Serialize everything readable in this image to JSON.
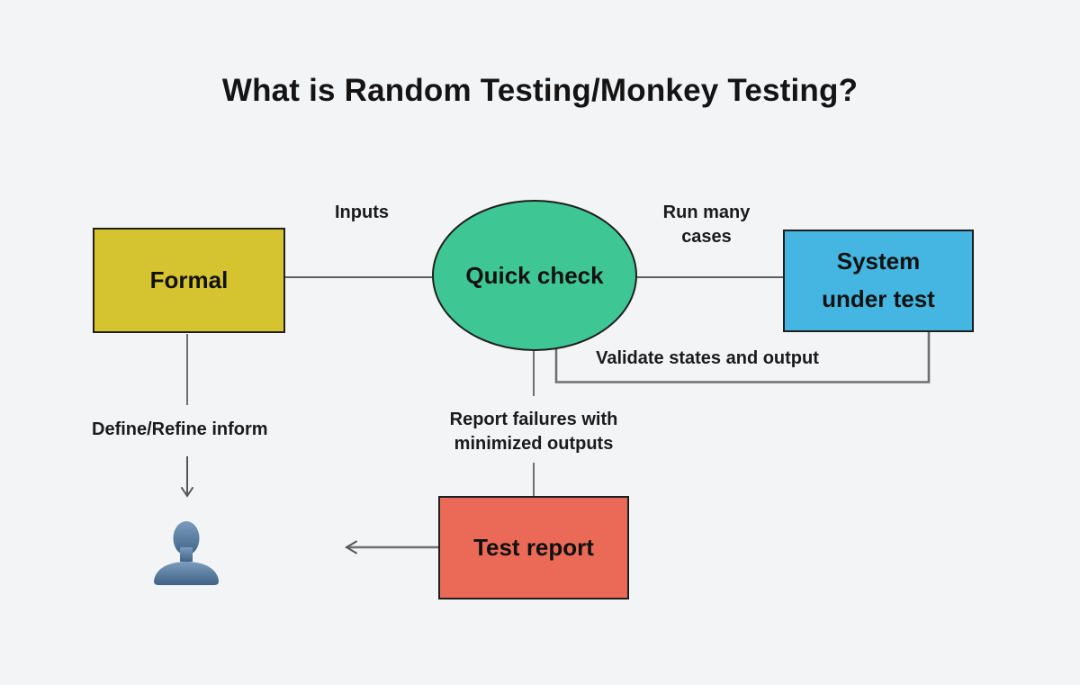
{
  "title": "What is Random Testing/Monkey Testing?",
  "colors": {
    "background": "#f3f4f6",
    "formal_fill": "#d5c42f",
    "quick_check_fill": "#3ec795",
    "system_fill": "#45b6e1",
    "test_report_fill": "#eb6a57",
    "node_border": "#1f1f1f",
    "connector": "#6f6f6f",
    "connector_dark": "#2c2c2c",
    "arrow": "#565656",
    "person_top": "#7b9cbd",
    "person_bottom": "#3e6286"
  },
  "nodes": {
    "formal": {
      "label": "Formal",
      "shape": "rectangle"
    },
    "quick_check": {
      "label": "Quick check",
      "shape": "ellipse"
    },
    "system_under_test": {
      "label": "System under test",
      "shape": "rectangle"
    },
    "test_report": {
      "label": "Test report",
      "shape": "rectangle"
    },
    "user": {
      "icon": "person-icon"
    }
  },
  "edge_labels": {
    "inputs": "Inputs",
    "run_many_cases": "Run many cases",
    "validate_states": "Validate states and output",
    "report_failures": "Report failures with minimized outputs",
    "define_refine": "Define/Refine inform"
  }
}
